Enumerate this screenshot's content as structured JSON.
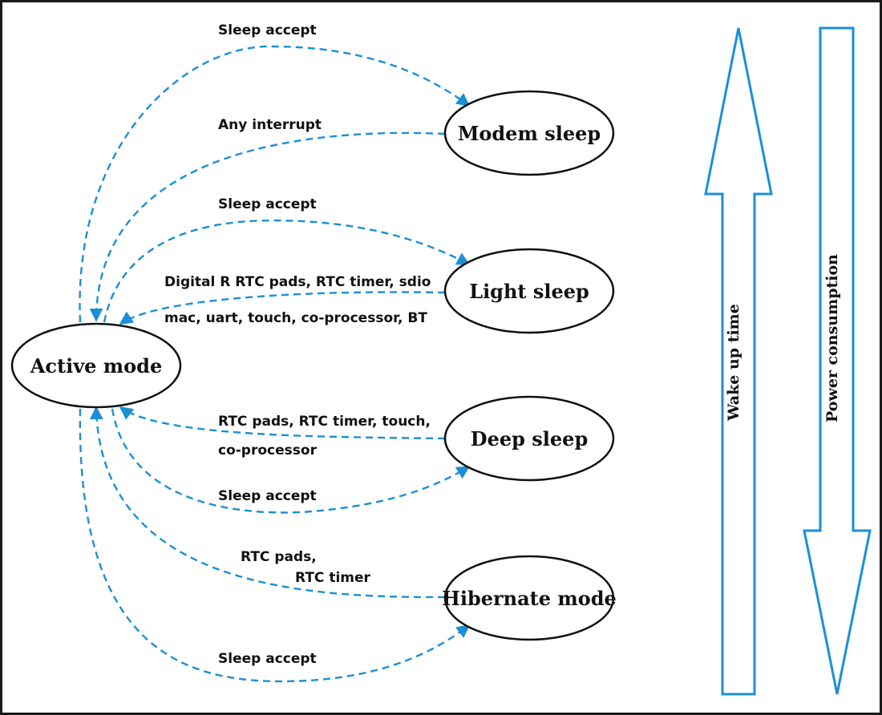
{
  "nodes": {
    "active": "Active mode",
    "modem": "Modem sleep",
    "light": "Light sleep",
    "deep": "Deep sleep",
    "hibernate": "Hibernate mode"
  },
  "edges": {
    "modem_sleep": "Sleep accept",
    "modem_wake": "Any interrupt",
    "light_sleep": "Sleep accept",
    "light_wake_1": "Digital R RTC pads, RTC timer, sdio",
    "light_wake_2": "mac, uart, touch, co-processor, BT",
    "deep_wake_1": "RTC pads, RTC timer, touch,",
    "deep_wake_2": "co-processor",
    "deep_sleep": "Sleep accept",
    "hibernate_wake_1": "RTC pads,",
    "hibernate_wake_2": "RTC timer",
    "hibernate_sleep": "Sleep accept"
  },
  "axes": {
    "wake_up": "Wake up time",
    "power": "Power consumption"
  },
  "colors": {
    "edge": "#1a8fd6",
    "node_stroke": "#111111"
  }
}
